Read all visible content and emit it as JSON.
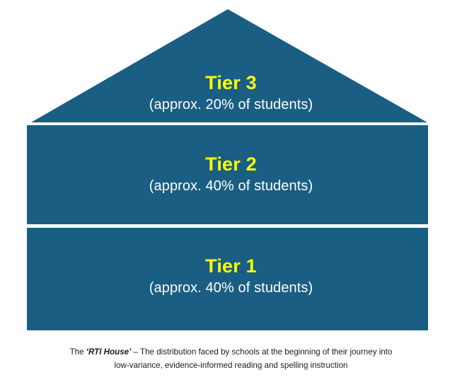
{
  "diagram": {
    "name": "RTI House tiered distribution diagram",
    "colors": {
      "fill": "#1A5E83",
      "tier_title": "#FFFF00",
      "tier_sub": "#FFFFFF",
      "background": "#FFFFFF",
      "caption": "#1B1B1B"
    },
    "tiers": [
      {
        "id": "tier-3",
        "shape": "roof-triangle",
        "title": "Tier 3",
        "subtitle": "(approx. 20% of students)",
        "percent": 20
      },
      {
        "id": "tier-2",
        "shape": "rectangle",
        "title": "Tier 2",
        "subtitle": "(approx. 40% of students)",
        "percent": 40
      },
      {
        "id": "tier-1",
        "shape": "rectangle",
        "title": "Tier 1",
        "subtitle": "(approx. 40% of students)",
        "percent": 40
      }
    ]
  },
  "caption": {
    "line1_prefix": "The ",
    "line1_emphasis": "‘RTI House’",
    "line1_suffix": " – The distribution faced by schools at the beginning of their journey into",
    "line2": "low-variance, evidence-informed reading and spelling instruction"
  }
}
